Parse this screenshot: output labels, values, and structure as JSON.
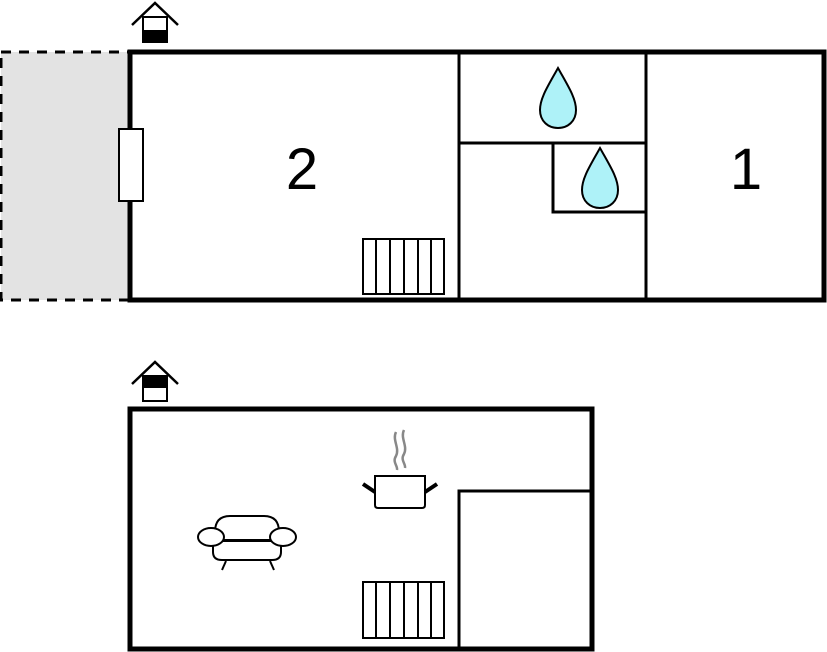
{
  "diagram": {
    "type": "floor-plan",
    "colors": {
      "wall": "#000000",
      "background": "#ffffff",
      "outdoor_area": "#e3e3e3",
      "water_drop": "#aef2f8",
      "steam": "#888888"
    },
    "upper_floor": {
      "floor_icon": "floor-upper-icon",
      "rooms": [
        {
          "id": "room-2",
          "label": "2",
          "type": "bedroom"
        },
        {
          "id": "bathroom-top",
          "icon": "water-drop-icon",
          "type": "bathroom"
        },
        {
          "id": "bathroom-small",
          "icon": "water-drop-icon",
          "type": "bathroom"
        },
        {
          "id": "hallway",
          "type": "hallway"
        },
        {
          "id": "room-1",
          "label": "1",
          "type": "bedroom"
        }
      ],
      "outdoor_area": {
        "id": "balcony",
        "style": "dashed-gray"
      },
      "features": [
        "window",
        "radiator"
      ]
    },
    "lower_floor": {
      "floor_icon": "floor-lower-icon",
      "rooms": [
        {
          "id": "living-kitchen",
          "icons": [
            "sofa-icon",
            "cooking-pot-icon",
            "radiator-icon"
          ],
          "type": "living-room-kitchen"
        },
        {
          "id": "side-room",
          "type": "room"
        }
      ]
    }
  }
}
